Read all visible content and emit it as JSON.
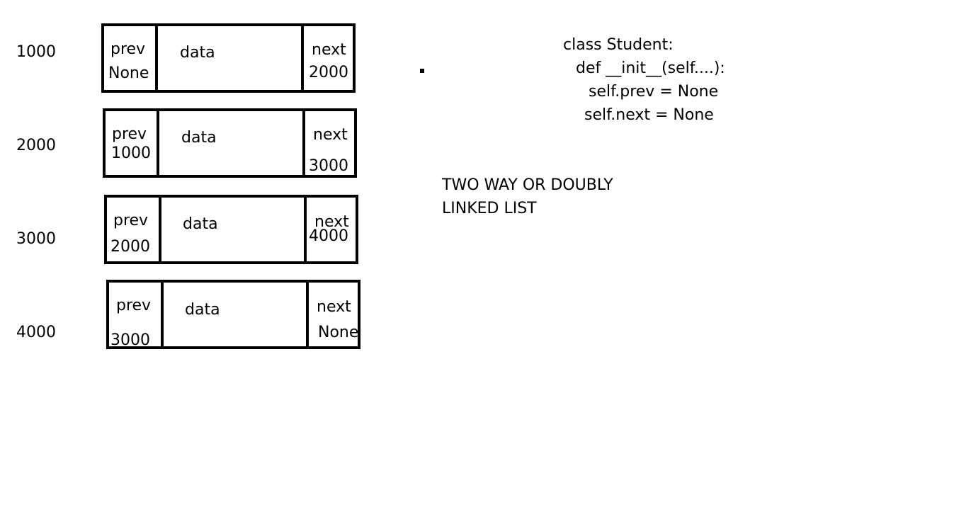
{
  "nodes": [
    {
      "address": "1000",
      "prev_label": "prev",
      "prev_value": "None",
      "data_label": "data",
      "next_label": "next",
      "next_value": "2000"
    },
    {
      "address": "2000",
      "prev_label": "prev",
      "prev_value": "1000",
      "data_label": "data",
      "next_label": "next",
      "next_value": "3000"
    },
    {
      "address": "3000",
      "prev_label": "prev",
      "prev_value": "2000",
      "data_label": "data",
      "next_label": "next",
      "next_value": "4000"
    },
    {
      "address": "4000",
      "prev_label": "prev",
      "prev_value": "3000",
      "data_label": "data",
      "next_label": "next",
      "next_value": "None"
    }
  ],
  "code": {
    "line1": "class Student:",
    "line2": "def __init__(self....):",
    "line3": "self.prev = None",
    "line4": "self.next = None"
  },
  "caption": {
    "line1": "TWO WAY OR DOUBLY",
    "line2": "LINKED LIST"
  }
}
